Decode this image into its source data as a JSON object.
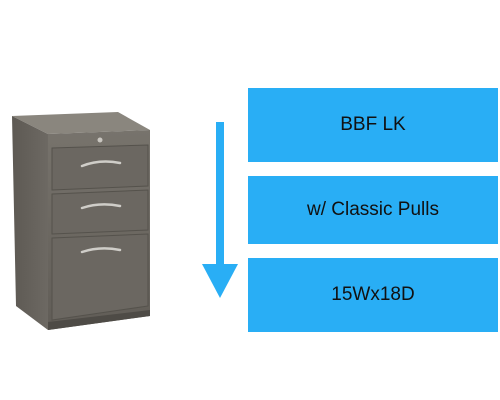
{
  "labels": [
    "BBF LK",
    "w/ Classic Pulls",
    "15Wx18D"
  ],
  "colors": {
    "accent_blue": "#29aef5",
    "cabinet_gray": "#6e6a64",
    "background": "#ffffff"
  },
  "icons": {
    "arrow": "down-arrow-icon",
    "product": "file-cabinet-image"
  }
}
